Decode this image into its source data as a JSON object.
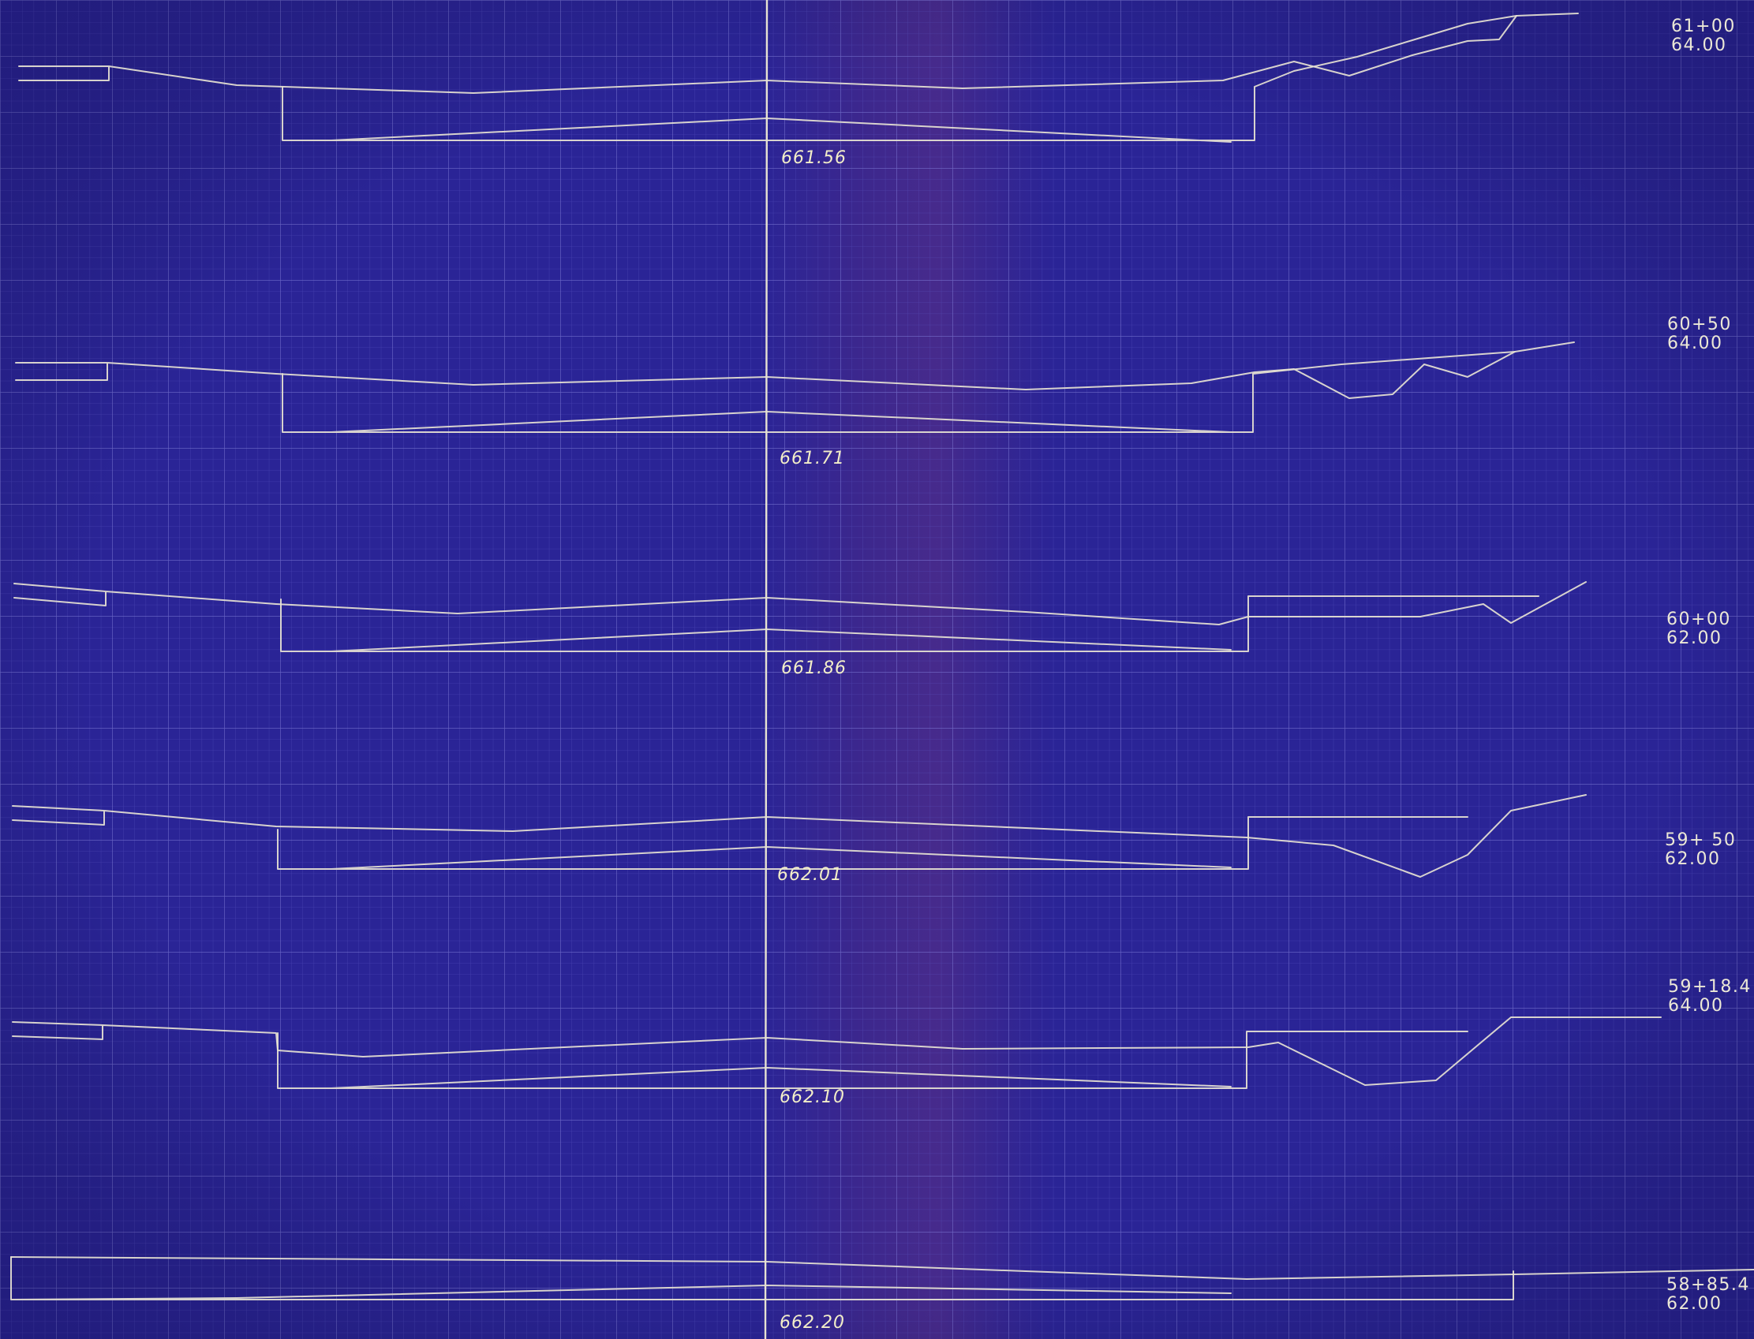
{
  "sections": [
    {
      "station": "61+00",
      "elevation": "64.00",
      "grade": "661.56"
    },
    {
      "station": "60+50",
      "elevation": "64.00",
      "grade": "661.71"
    },
    {
      "station": "60+00",
      "elevation": "62.00",
      "grade": "661.86"
    },
    {
      "station": "59+ 50",
      "elevation": "62.00",
      "grade": "662.01"
    },
    {
      "station": "59+18.4",
      "elevation": "64.00",
      "grade": "662.10"
    },
    {
      "station": "58+85.4",
      "elevation": "62.00",
      "grade": "662.20"
    }
  ],
  "colors": {
    "paper": "#2a2496",
    "paper_dark": "#2a1f88",
    "center_band": "#4b2a86",
    "grid_minor": "#5b57c0",
    "grid_major": "#7d79d2",
    "ink": "#ece8d6"
  }
}
